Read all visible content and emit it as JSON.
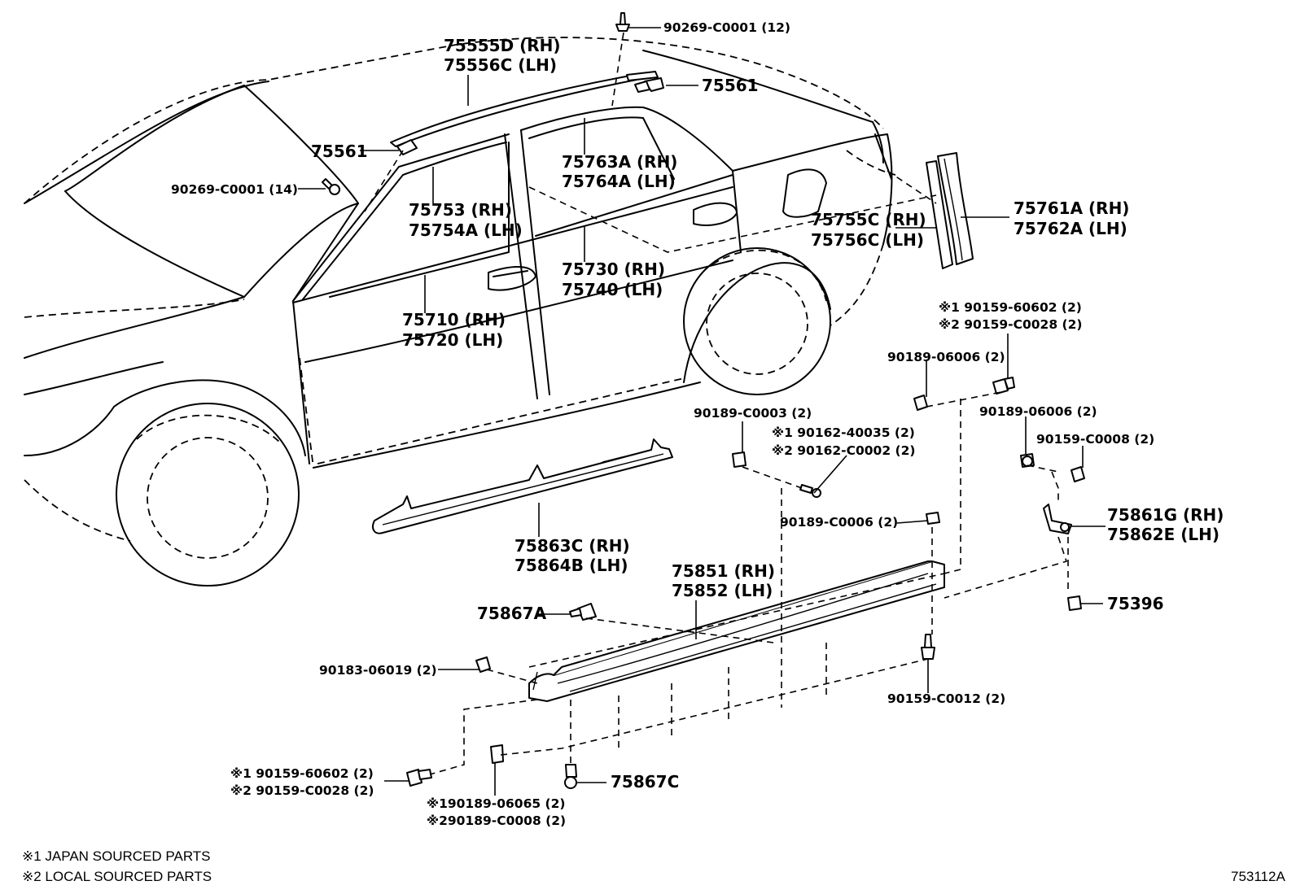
{
  "labels": {
    "p90269_c0001_12": "90269-C0001 (12)",
    "p75555d": "75555D (RH)",
    "p75556c": "75556C (LH)",
    "p75561_top": "75561",
    "p75561_left": "75561",
    "p90269_c0001_14": "90269-C0001 (14)",
    "p75763a": "75763A (RH)",
    "p75764a": "75764A (LH)",
    "p75753": "75753 (RH)",
    "p75754a": "75754A (LH)",
    "p75761a": "75761A (RH)",
    "p75762a": "75762A (LH)",
    "p75755c": "75755C (RH)",
    "p75756c": "75756C (LH)",
    "p75730": "75730 (RH)",
    "p75740": "75740 (LH)",
    "p75710": "75710 (RH)",
    "p75720": "75720 (LH)",
    "p90159_60602_r": "※1 90159-60602 (2)",
    "p90159_c0028_r": "※2 90159-C0028 (2)",
    "p90189_06006_a": "90189-06006 (2)",
    "p90189_06006_b": "90189-06006 (2)",
    "p90189_c0003": "90189-C0003 (2)",
    "p90162_40035": "※1 90162-40035 (2)",
    "p90162_c0002": "※2 90162-C0002 (2)",
    "p90159_c0008": "90159-C0008 (2)",
    "p90189_c0006": "90189-C0006 (2)",
    "p75861g": "75861G (RH)",
    "p75862e": "75862E (LH)",
    "p75863c": "75863C (RH)",
    "p75864b": "75864B (LH)",
    "p75851": "75851 (RH)",
    "p75852": "75852 (LH)",
    "p75867a": "75867A",
    "p75396": "75396",
    "p90183_06019": "90183-06019 (2)",
    "p90159_c0012": "90159-C0012 (2)",
    "p90159_60602_l": "※1 90159-60602 (2)",
    "p90159_c0028_l": "※2 90159-C0028 (2)",
    "p90189_06065": "※190189-06065 (2)",
    "p90189_c0008": "※290189-C0008 (2)",
    "p75867c": "75867C"
  },
  "legend": {
    "note1": "※1  JAPAN SOURCED PARTS",
    "note2": "※2  LOCAL SOURCED PARTS"
  },
  "diagram_code": "753112A"
}
